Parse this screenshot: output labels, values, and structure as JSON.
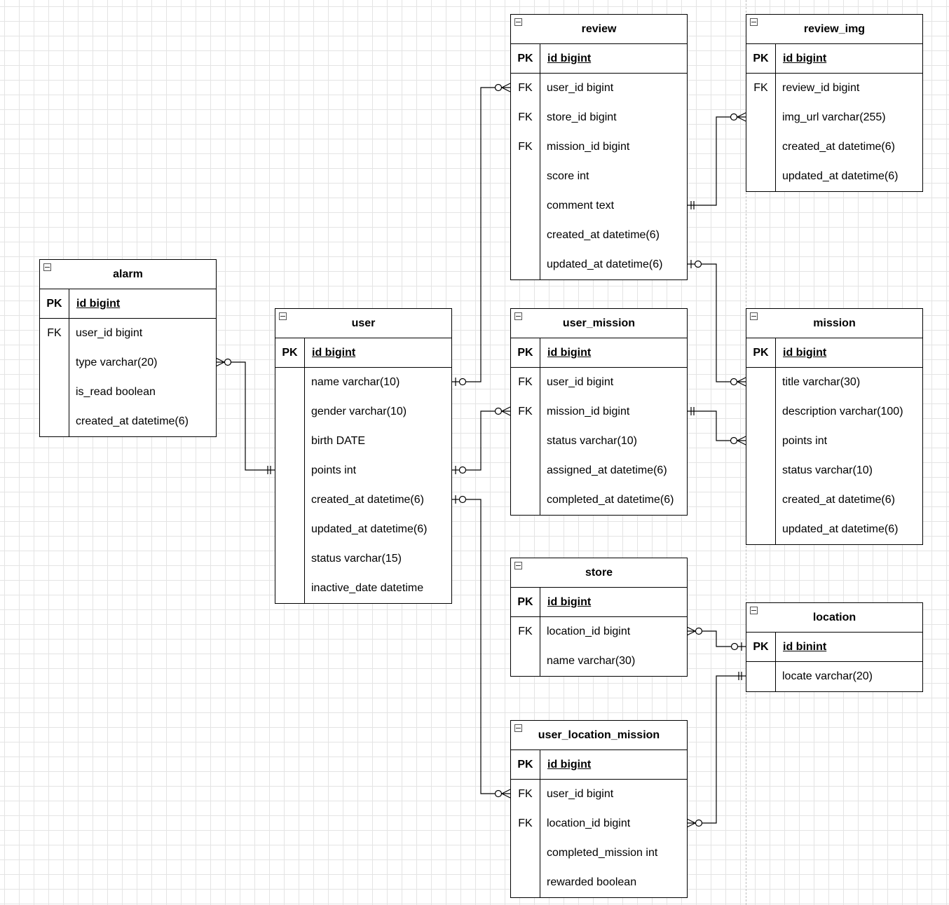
{
  "entities": [
    {
      "id": "review",
      "name": "review",
      "pk": {
        "key": "PK",
        "name": "id bigint"
      },
      "fields": [
        {
          "key": "FK",
          "name": "user_id bigint"
        },
        {
          "key": "FK",
          "name": "store_id bigint"
        },
        {
          "key": "FK",
          "name": "mission_id bigint"
        },
        {
          "key": "",
          "name": "score int"
        },
        {
          "key": "",
          "name": "comment text"
        },
        {
          "key": "",
          "name": "created_at datetime(6)"
        },
        {
          "key": "",
          "name": "updated_at datetime(6)"
        }
      ]
    },
    {
      "id": "review_img",
      "name": "review_img",
      "pk": {
        "key": "PK",
        "name": "id bigint"
      },
      "fields": [
        {
          "key": "FK",
          "name": "review_id bigint"
        },
        {
          "key": "",
          "name": "img_url varchar(255)"
        },
        {
          "key": "",
          "name": "created_at datetime(6)"
        },
        {
          "key": "",
          "name": "updated_at datetime(6)"
        }
      ]
    },
    {
      "id": "alarm",
      "name": "alarm",
      "pk": {
        "key": "PK",
        "name": "id bigint"
      },
      "fields": [
        {
          "key": "FK",
          "name": "user_id bigint"
        },
        {
          "key": "",
          "name": "type varchar(20)"
        },
        {
          "key": "",
          "name": "is_read boolean"
        },
        {
          "key": "",
          "name": "created_at datetime(6)"
        }
      ]
    },
    {
      "id": "user",
      "name": "user",
      "pk": {
        "key": "PK",
        "name": "id bigint"
      },
      "fields": [
        {
          "key": "",
          "name": "name varchar(10)"
        },
        {
          "key": "",
          "name": "gender varchar(10)"
        },
        {
          "key": "",
          "name": "birth DATE"
        },
        {
          "key": "",
          "name": "points int"
        },
        {
          "key": "",
          "name": "created_at datetime(6)"
        },
        {
          "key": "",
          "name": "updated_at datetime(6)"
        },
        {
          "key": "",
          "name": "status varchar(15)"
        },
        {
          "key": "",
          "name": "inactive_date datetime"
        }
      ]
    },
    {
      "id": "user_mission",
      "name": "user_mission",
      "pk": {
        "key": "PK",
        "name": "id bigint"
      },
      "fields": [
        {
          "key": "FK",
          "name": "user_id bigint"
        },
        {
          "key": "FK",
          "name": "mission_id bigint"
        },
        {
          "key": "",
          "name": "status varchar(10)"
        },
        {
          "key": "",
          "name": "assigned_at datetime(6)"
        },
        {
          "key": "",
          "name": "completed_at datetime(6)"
        }
      ]
    },
    {
      "id": "mission",
      "name": "mission",
      "pk": {
        "key": "PK",
        "name": "id bigint"
      },
      "fields": [
        {
          "key": "",
          "name": "title varchar(30)"
        },
        {
          "key": "",
          "name": "description varchar(100)"
        },
        {
          "key": "",
          "name": "points int"
        },
        {
          "key": "",
          "name": "status varchar(10)"
        },
        {
          "key": "",
          "name": "created_at datetime(6)"
        },
        {
          "key": "",
          "name": "updated_at datetime(6)"
        }
      ]
    },
    {
      "id": "store",
      "name": "store",
      "pk": {
        "key": "PK",
        "name": "id bigint"
      },
      "fields": [
        {
          "key": "FK",
          "name": "location_id bigint"
        },
        {
          "key": "",
          "name": "name varchar(30)"
        }
      ]
    },
    {
      "id": "location",
      "name": "location",
      "pk": {
        "key": "PK",
        "name": "id binint"
      },
      "fields": [
        {
          "key": "",
          "name": "locate varchar(20)"
        }
      ]
    },
    {
      "id": "user_location_mission",
      "name": "user_location_mission",
      "pk": {
        "key": "PK",
        "name": "id bigint"
      },
      "fields": [
        {
          "key": "FK",
          "name": "user_id bigint"
        },
        {
          "key": "FK",
          "name": "location_id bigint"
        },
        {
          "key": "",
          "name": "completed_mission int"
        },
        {
          "key": "",
          "name": "rewarded boolean"
        }
      ]
    }
  ],
  "relationships": [
    {
      "from": "user",
      "from_field": "name varchar(10)",
      "from_end": "zero-or-one",
      "to": "review",
      "to_field": "user_id bigint",
      "to_end": "zero-or-many"
    },
    {
      "from": "review",
      "from_field": "comment text",
      "from_end": "one-and-only-one",
      "to": "review_img",
      "to_field": "img_url varchar(255)",
      "to_end": "zero-or-many"
    },
    {
      "from": "review",
      "from_field": "updated_at datetime(6)",
      "from_end": "zero-or-one",
      "to": "mission",
      "to_field": "title varchar(30)",
      "to_end": "zero-or-many"
    },
    {
      "from": "alarm",
      "from_field": "type varchar(20)",
      "from_end": "zero-or-many",
      "to": "user",
      "to_field": "points int",
      "to_end": "one-and-only-one"
    },
    {
      "from": "user",
      "from_field": "points int",
      "from_end": "zero-or-one",
      "to": "user_mission",
      "to_field": "mission_id bigint",
      "to_end": "zero-or-many"
    },
    {
      "from": "user_mission",
      "from_field": "mission_id bigint",
      "from_end": "one-and-only-one",
      "to": "mission",
      "to_field": "points int",
      "to_end": "zero-or-many"
    },
    {
      "from": "user",
      "from_field": "created_at datetime(6)",
      "from_end": "zero-or-one",
      "to": "user_location_mission",
      "to_field": "user_id bigint",
      "to_end": "zero-or-many"
    },
    {
      "from": "store",
      "from_field": "location_id bigint",
      "from_end": "zero-or-many",
      "to": "location",
      "to_field": "id binint",
      "to_end": "zero-or-one"
    },
    {
      "from": "user_location_mission",
      "from_field": "location_id bigint",
      "from_end": "zero-or-many",
      "to": "location",
      "to_field": "locate varchar(20)",
      "to_end": "one-and-only-one"
    }
  ]
}
